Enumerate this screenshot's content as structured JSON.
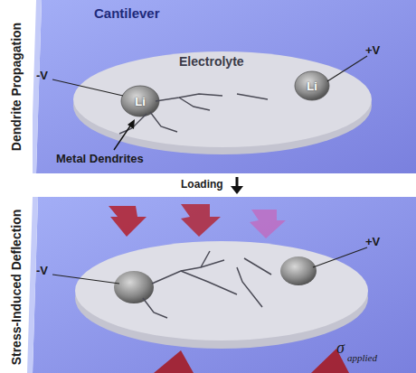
{
  "diagram": {
    "nodes": [
      {
        "text": [
          "Cantilever"
        ]
      },
      {
        "text": [
          "Electrolyte"
        ],
        "in": 0
      },
      {
        "text": [
          "Li"
        ],
        "in": 1
      },
      {
        "text": [
          "Li"
        ],
        "in": 1
      }
    ],
    "labels": [
      "Dendrite Propagation",
      "-V",
      "+V",
      "Metal Dendrites",
      "Loading",
      "Stress-Induced Deflection",
      "-V",
      "+V",
      "σ",
      "applied"
    ]
  }
}
